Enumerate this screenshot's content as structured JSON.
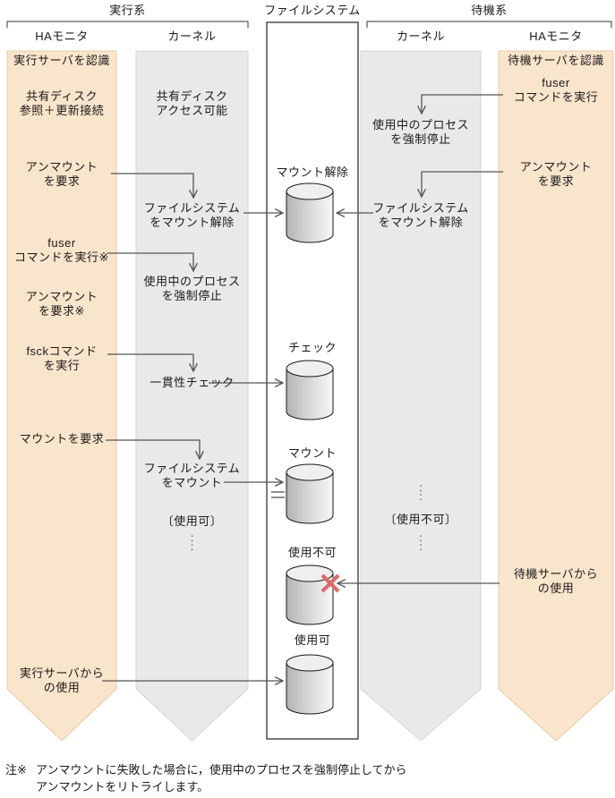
{
  "header": {
    "exec_group": "実行系",
    "filesystem_group": "ファイルシステム",
    "standby_group": "待機系",
    "exec_ha_col": "HAモニタ",
    "exec_kernel_col": "カーネル",
    "standby_kernel_col": "カーネル",
    "standby_ha_col": "HAモニタ"
  },
  "exec_ha": {
    "recognize": "実行サーバを認識",
    "shared_disk": "共有ディスク\n参照＋更新接続",
    "unmount_request": "アンマウント\nを要求",
    "fuser_command": "fuser\nコマンドを実行※",
    "unmount_request_retry": "アンマウント\nを要求※",
    "fsck_command": "fsckコマンド\nを実行",
    "mount_request": "マウントを要求",
    "use_from_server": "実行サーバから\nの使用"
  },
  "exec_kernel": {
    "disk_access": "共有ディスク\nアクセス可能",
    "fs_unmount": "ファイルシステム\nをマウント解除",
    "kill_process": "使用中のプロセス\nを強制停止",
    "consistency_check": "一貫性チェック",
    "fs_mount": "ファイルシステム\nをマウント",
    "state_usable": "〔使用可〕",
    "dots_below": ":\n:"
  },
  "filesystem": {
    "state_unmounted": "マウント解除",
    "state_check": "チェック",
    "state_mounted": "マウント",
    "state_unusable": "使用不可",
    "state_usable": "使用可"
  },
  "standby_kernel": {
    "kill_process": "使用中のプロセス\nを強制停止",
    "fs_unmount": "ファイルシステム\nをマウント解除",
    "dots_above": ":\n:",
    "state_unusable": "〔使用不可〕",
    "dots_below": ":\n:"
  },
  "standby_ha": {
    "recognize": "待機サーバを認識",
    "fuser_command": "fuser\nコマンドを実行",
    "unmount_request": "アンマウント\nを要求",
    "use_from_server": "待機サーバから\nの使用"
  },
  "note": {
    "marker": "注※",
    "text": "アンマウントに失敗した場合に，使用中のプロセスを強制停止してから\nアンマウントをリトライします。"
  },
  "colors": {
    "ha_band_fill": "#F9E4CC",
    "ha_band_border": "#E9CBA4",
    "kernel_band_fill": "#E9E9E9",
    "kernel_band_border": "#D5D5D5",
    "line": "#555555",
    "red_x": "#DB6B6B"
  }
}
